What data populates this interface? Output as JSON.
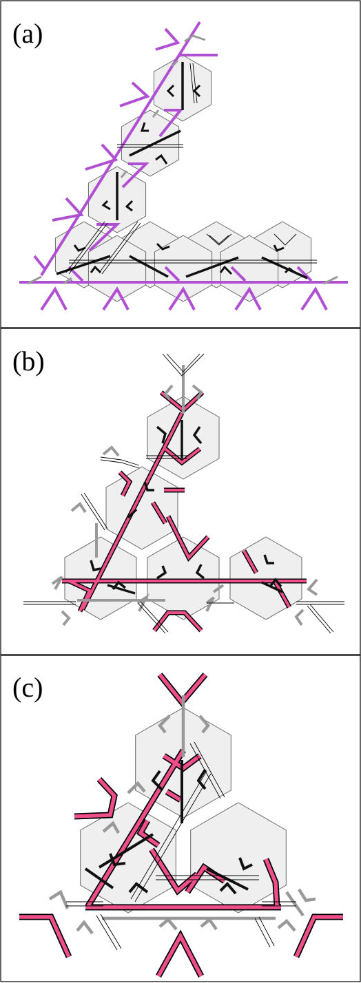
{
  "figure": {
    "panels": [
      {
        "id": "a",
        "label": "(a)",
        "accent": "#b14fd3"
      },
      {
        "id": "b",
        "label": "(b)",
        "accent": "#ee4f8b"
      },
      {
        "id": "c",
        "label": "(c)",
        "accent": "#ee4f8b"
      }
    ]
  },
  "colors": {
    "hex_fill": "#efefef",
    "hex_stroke": "#666666",
    "tile_black": "#111111",
    "tile_gray": "#999999",
    "outline": "#000000",
    "purple": "#b14fd3",
    "pink": "#ee4f8b"
  }
}
